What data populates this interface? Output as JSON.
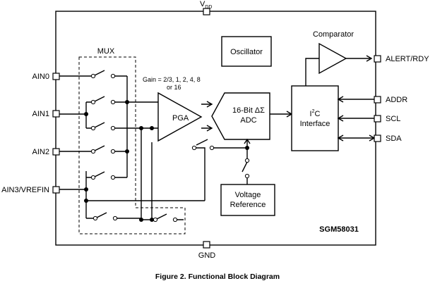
{
  "supply": {
    "vdd": "V",
    "vdd_sub": "DD",
    "gnd": "GND"
  },
  "pins": {
    "ain0": "AIN0",
    "ain1": "AIN1",
    "ain2": "AIN2",
    "ain3": "AIN3/VREFIN",
    "alert": "ALERT/RDY",
    "addr": "ADDR",
    "scl": "SCL",
    "sda": "SDA"
  },
  "blocks": {
    "mux": "MUX",
    "gain_line1": "Gain = 2/3, 1, 2, 4, 8",
    "gain_line2": "or 16",
    "pga": "PGA",
    "adc_line1": "16-Bit ΔΣ",
    "adc_line2": "ADC",
    "oscillator": "Oscillator",
    "comparator": "Comparator",
    "i2c_line1_pre": "I",
    "i2c_line1_sup": "2",
    "i2c_line1_post": "C",
    "i2c_line2": "Interface",
    "vref_line1": "Voltage",
    "vref_line2": "Reference",
    "part_number": "SGM58031"
  },
  "caption": "Figure 2. Functional Block Diagram"
}
